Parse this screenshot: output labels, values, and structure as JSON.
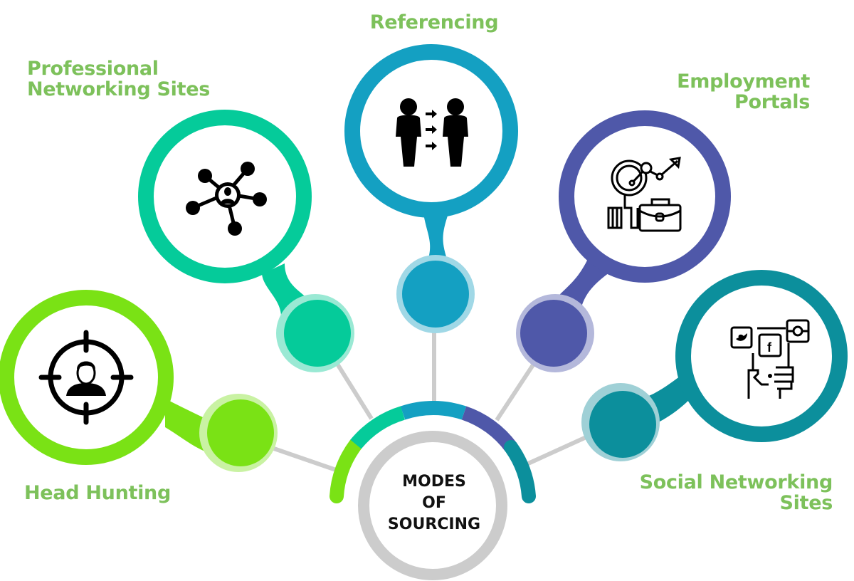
{
  "center": {
    "title_lines": [
      "MODES",
      "OF",
      "SOURCING"
    ],
    "ring_color": "#cccccc"
  },
  "label_color": "#7dc15b",
  "connector_color": "#cccccc",
  "nodes": [
    {
      "id": "head-hunting",
      "label_lines": [
        "Head Hunting"
      ],
      "icon": "target-person-icon",
      "color": "#7ae215",
      "light": "#c9f2a3"
    },
    {
      "id": "professional-networking-sites",
      "label_lines": [
        "Professional",
        "Networking Sites"
      ],
      "icon": "network-person-icon",
      "color": "#05cb9a",
      "light": "#9ae9d4"
    },
    {
      "id": "referencing",
      "label_lines": [
        "Referencing"
      ],
      "icon": "people-referral-icon",
      "color": "#14a0c2",
      "light": "#a0d8e6"
    },
    {
      "id": "employment-portals",
      "label_lines": [
        "Employment",
        "Portals"
      ],
      "icon": "job-search-briefcase-icon",
      "color": "#4f58a9",
      "light": "#b4b8db"
    },
    {
      "id": "social-networking-sites",
      "label_lines": [
        "Social Networking",
        "Sites"
      ],
      "icon": "social-media-hand-icon",
      "color": "#0c8f9c",
      "light": "#9fd0d6"
    }
  ]
}
